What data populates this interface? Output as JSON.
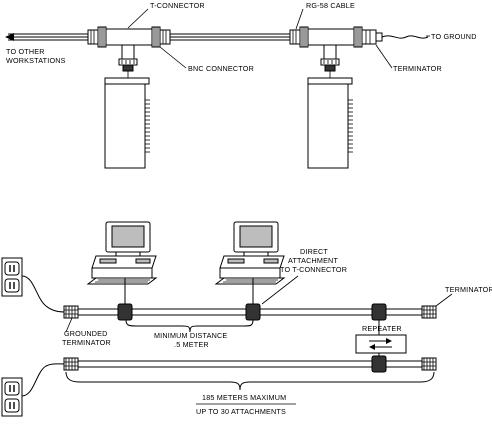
{
  "labels": {
    "t_connector": "T-CONNECTOR",
    "rg58_cable": "RG-58 CABLE",
    "to_ground": "TO GROUND",
    "to_other_1": "TO OTHER",
    "to_other_2": "WORKSTATIONS",
    "bnc_connector": "BNC CONNECTOR",
    "terminator_top": "TERMINATOR",
    "direct_1": "DIRECT",
    "direct_2": "ATTACHMENT",
    "direct_3": "TO T-CONNECTOR",
    "terminator_right": "TERMINATOR",
    "grounded_1": "GROUNDED",
    "grounded_2": "TERMINATOR",
    "min_dist_1": "MINIMUM DISTANCE",
    "min_dist_2": ".5 METER",
    "repeater": "REPEATER",
    "max_1": "185 METERS MAXIMUM",
    "max_2": "UP TO 30 ATTACHMENTS"
  }
}
